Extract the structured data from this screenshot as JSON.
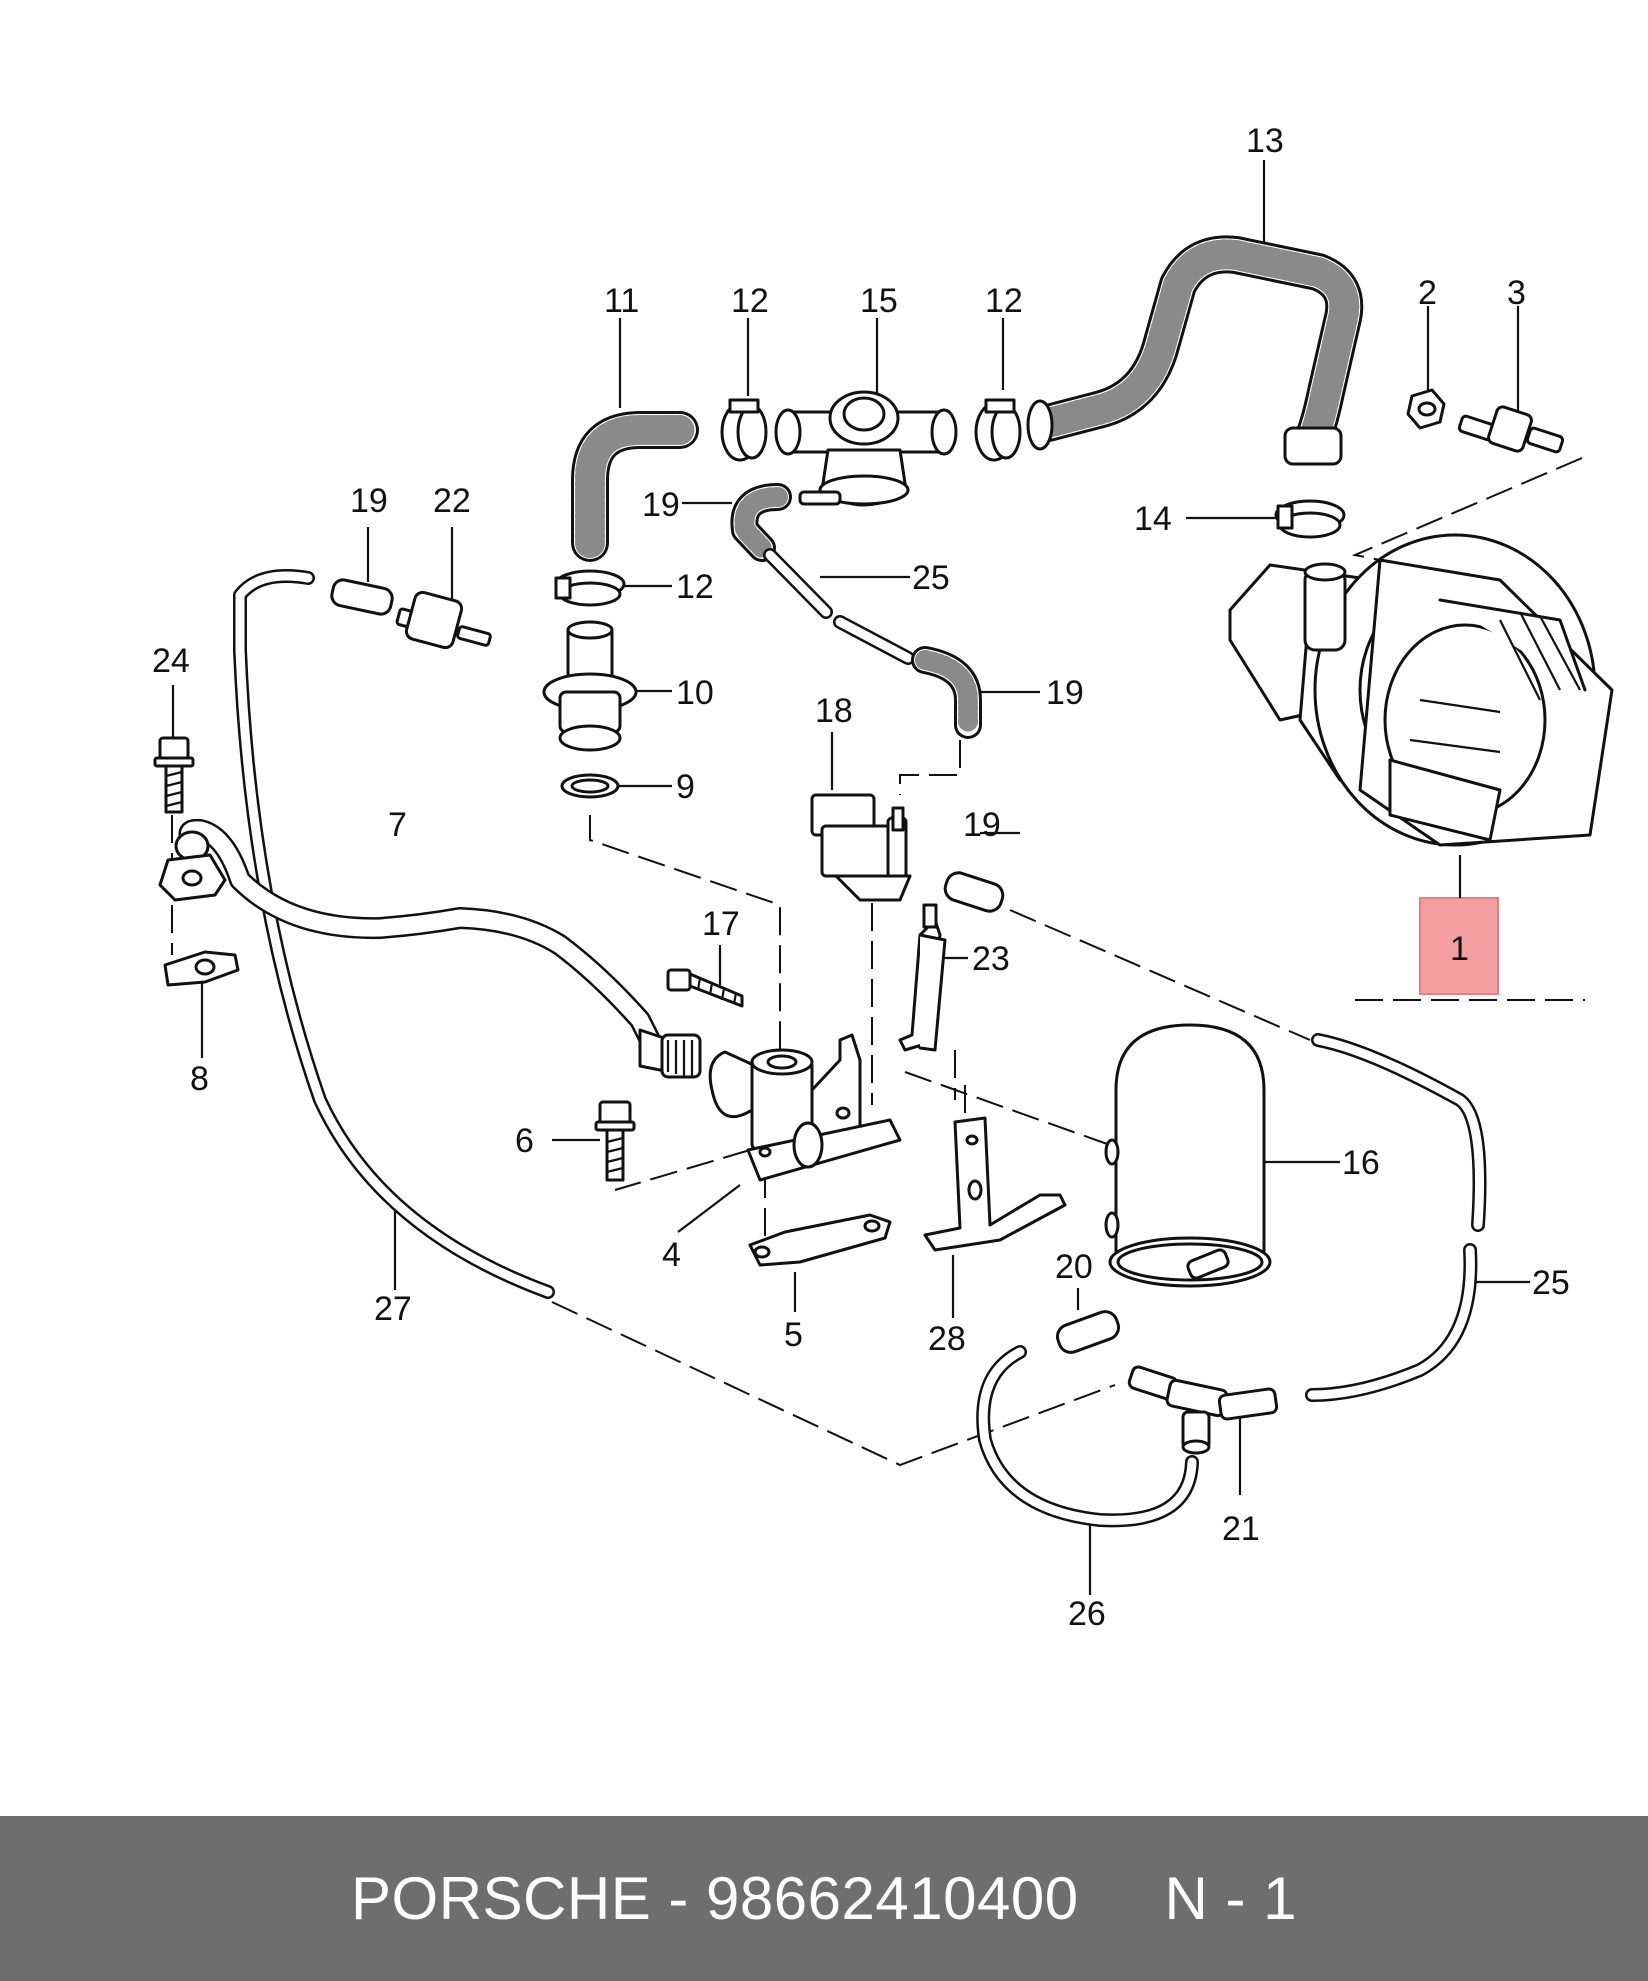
{
  "callouts": {
    "c1": "1",
    "c2": "2",
    "c3": "3",
    "c4": "4",
    "c5": "5",
    "c6": "6",
    "c7": "7",
    "c8": "8",
    "c9": "9",
    "c10": "10",
    "c11": "11",
    "c12a": "12",
    "c12b": "12",
    "c12c": "12",
    "c13": "13",
    "c14": "14",
    "c15": "15",
    "c16": "16",
    "c17": "17",
    "c18": "18",
    "c19a": "19",
    "c19b": "19",
    "c19c": "19",
    "c19d": "19",
    "c20": "20",
    "c21": "21",
    "c22": "22",
    "c23": "23",
    "c24": "24",
    "c25a": "25",
    "c25b": "25",
    "c26": "26",
    "c27": "27",
    "c28": "28"
  },
  "highlight": {
    "part": "1",
    "color": "#f4a0a3"
  },
  "footer": {
    "brand": "PORSCHE",
    "separator1": " - ",
    "part_number": "98662410400",
    "spacer": "     ",
    "position": "N - 1"
  },
  "colors": {
    "footer_bg": "#6e6e6e",
    "footer_text": "#ffffff",
    "line": "#111111"
  }
}
